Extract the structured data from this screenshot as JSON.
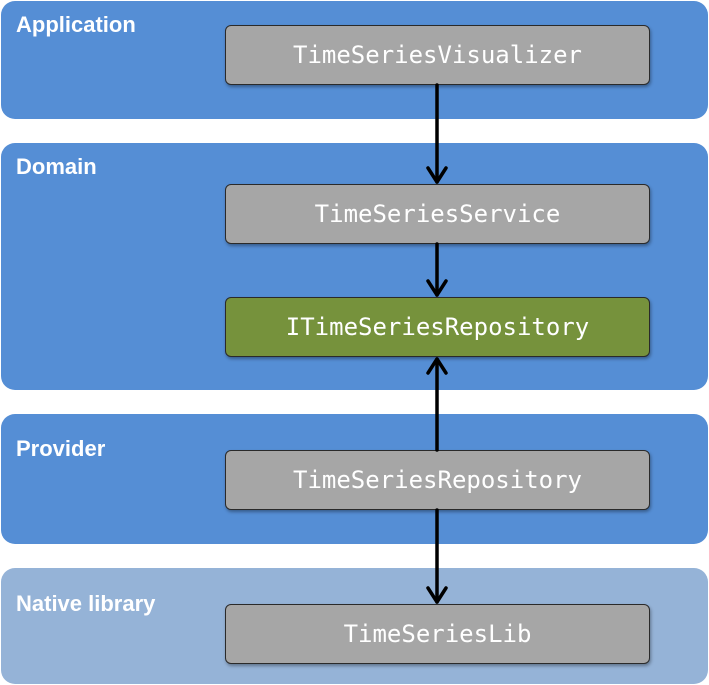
{
  "colors": {
    "layer_primary": "#558ed5",
    "layer_native": "#95b3d7",
    "node_gray": "#a6a6a6",
    "node_interface": "#76923c",
    "arrow": "#000000",
    "text": "#ffffff"
  },
  "layers": {
    "application": {
      "label": "Application",
      "nodes": {
        "visualizer": "TimeSeriesVisualizer"
      }
    },
    "domain": {
      "label": "Domain",
      "nodes": {
        "service": "TimeSeriesService",
        "interface": "ITimeSeriesRepository"
      }
    },
    "provider": {
      "label": "Provider",
      "nodes": {
        "repository": "TimeSeriesRepository"
      }
    },
    "native": {
      "label": "Native library",
      "nodes": {
        "lib": "TimeSeriesLib"
      }
    }
  },
  "edges": [
    {
      "from": "TimeSeriesVisualizer",
      "to": "TimeSeriesService"
    },
    {
      "from": "TimeSeriesService",
      "to": "ITimeSeriesRepository"
    },
    {
      "from": "TimeSeriesRepository",
      "to": "ITimeSeriesRepository"
    },
    {
      "from": "TimeSeriesRepository",
      "to": "TimeSeriesLib"
    }
  ]
}
